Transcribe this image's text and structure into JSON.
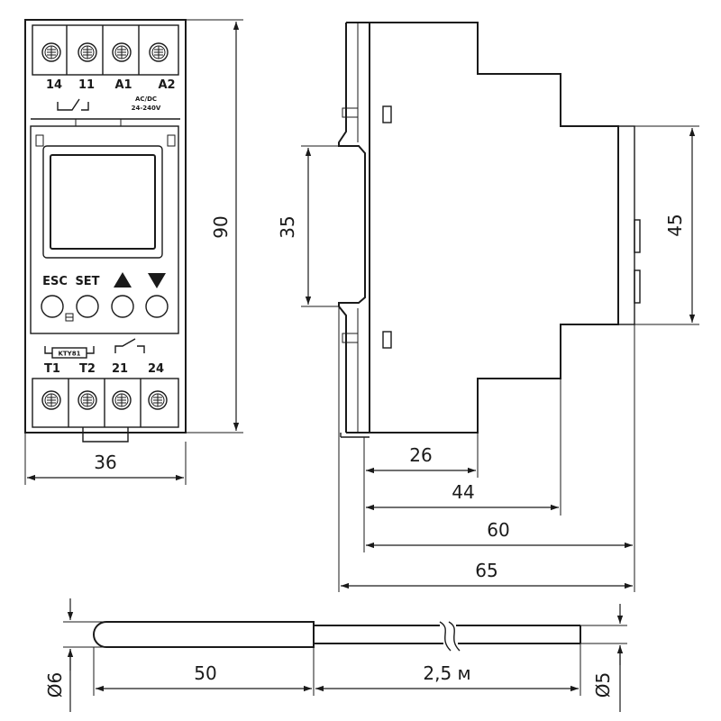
{
  "front_view": {
    "top_terminals": [
      "14",
      "11",
      "A1",
      "A2"
    ],
    "supply_lines": [
      "AC/DC",
      "24-240V"
    ],
    "buttons": [
      "ESC",
      "SET",
      "▲",
      "▼"
    ],
    "sensor_label": "KTY81",
    "bottom_terminals": [
      "T1",
      "T2",
      "21",
      "24"
    ]
  },
  "dimensions": {
    "height": "90",
    "width": "36",
    "rail": "35",
    "front_height": "45",
    "depth_26": "26",
    "depth_44": "44",
    "depth_60": "60",
    "depth_65": "65"
  },
  "probe": {
    "diameter_tip": "Ø6",
    "tip_length": "50",
    "cable_length": "2,5 м",
    "diameter_cable": "Ø5"
  }
}
